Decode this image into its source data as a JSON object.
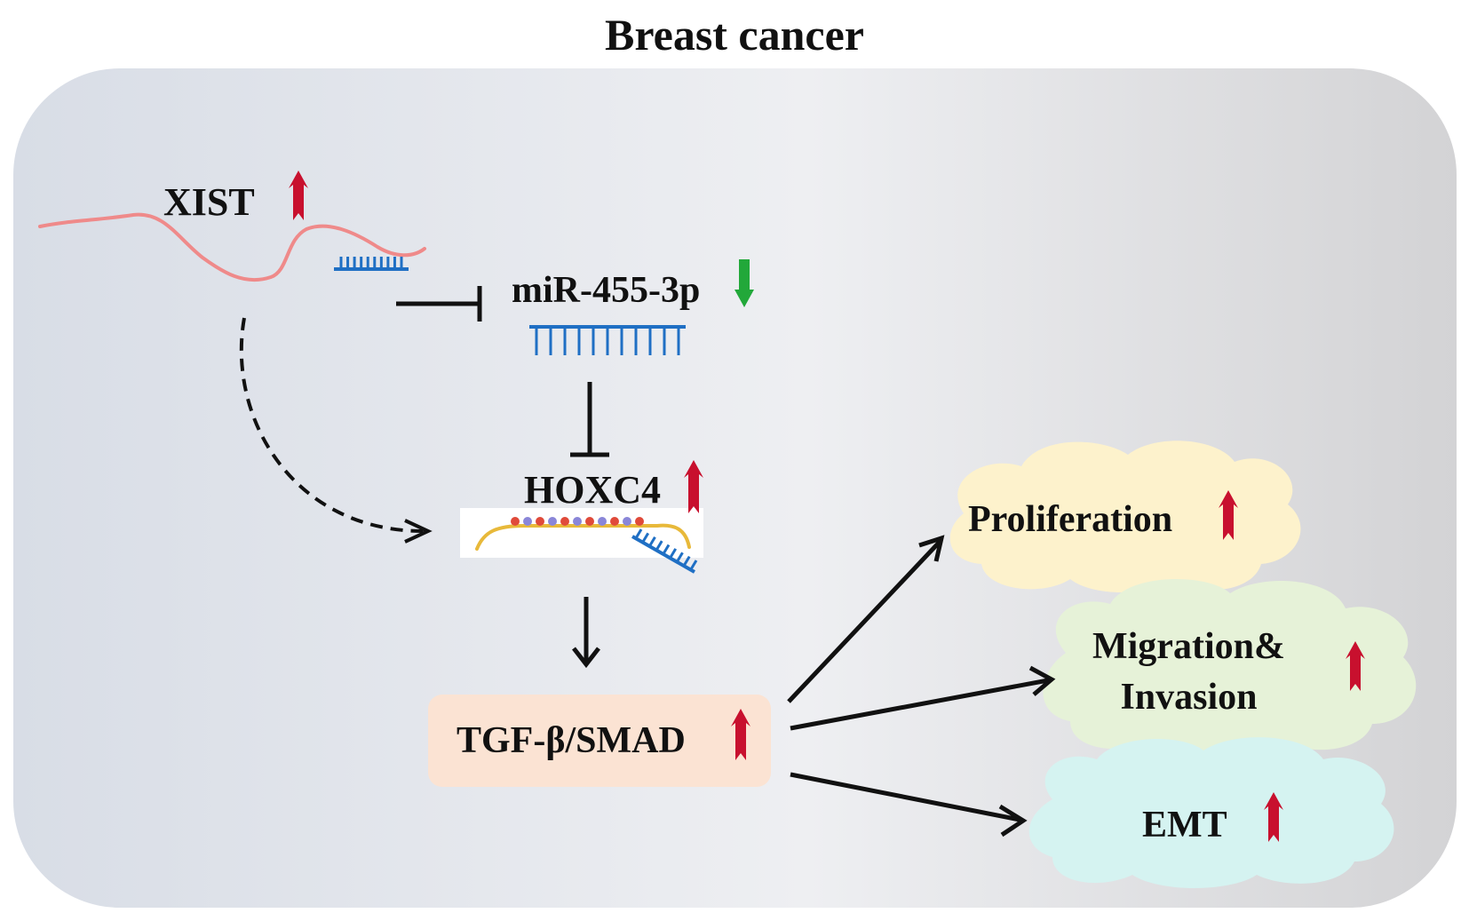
{
  "title": "Breast cancer",
  "nodes": {
    "xist": {
      "label": "XIST",
      "direction": "up"
    },
    "mir": {
      "label": "miR-455-3p",
      "direction": "down"
    },
    "hoxc4": {
      "label": "HOXC4",
      "direction": "up"
    },
    "tgf": {
      "label": "TGF-β/SMAD",
      "direction": "up"
    },
    "proliferation": {
      "label": "Proliferation",
      "direction": "up"
    },
    "migration": {
      "line1": "Migration&",
      "line2": "Invasion",
      "direction": "up"
    },
    "emt": {
      "label": "EMT",
      "direction": "up"
    }
  },
  "edges": [
    {
      "from": "xist",
      "to": "mir",
      "type": "inhibition",
      "style": "solid"
    },
    {
      "from": "mir",
      "to": "hoxc4",
      "type": "inhibition",
      "style": "solid"
    },
    {
      "from": "xist",
      "to": "hoxc4",
      "type": "activation",
      "style": "dashed"
    },
    {
      "from": "hoxc4",
      "to": "tgf",
      "type": "activation",
      "style": "solid"
    },
    {
      "from": "tgf",
      "to": "proliferation",
      "type": "activation",
      "style": "solid"
    },
    {
      "from": "tgf",
      "to": "migration",
      "type": "activation",
      "style": "solid"
    },
    {
      "from": "tgf",
      "to": "emt",
      "type": "activation",
      "style": "solid"
    }
  ],
  "colors": {
    "up_arrow": "#c8102e",
    "down_arrow": "#22a83a",
    "lncrna_strand": "#ef8a8a",
    "mirna_strand": "#1f6fc4",
    "mrna_strand": "#e8b93a",
    "tgf_box": "#fbe3d3",
    "proliferation_cloud": "#fdf2cc",
    "migration_cloud": "#e6f2d8",
    "emt_cloud": "#d5f3f1",
    "panel_left": "#d8dde6",
    "panel_mid": "#eeeff2",
    "panel_right": "#d3d3d5"
  }
}
